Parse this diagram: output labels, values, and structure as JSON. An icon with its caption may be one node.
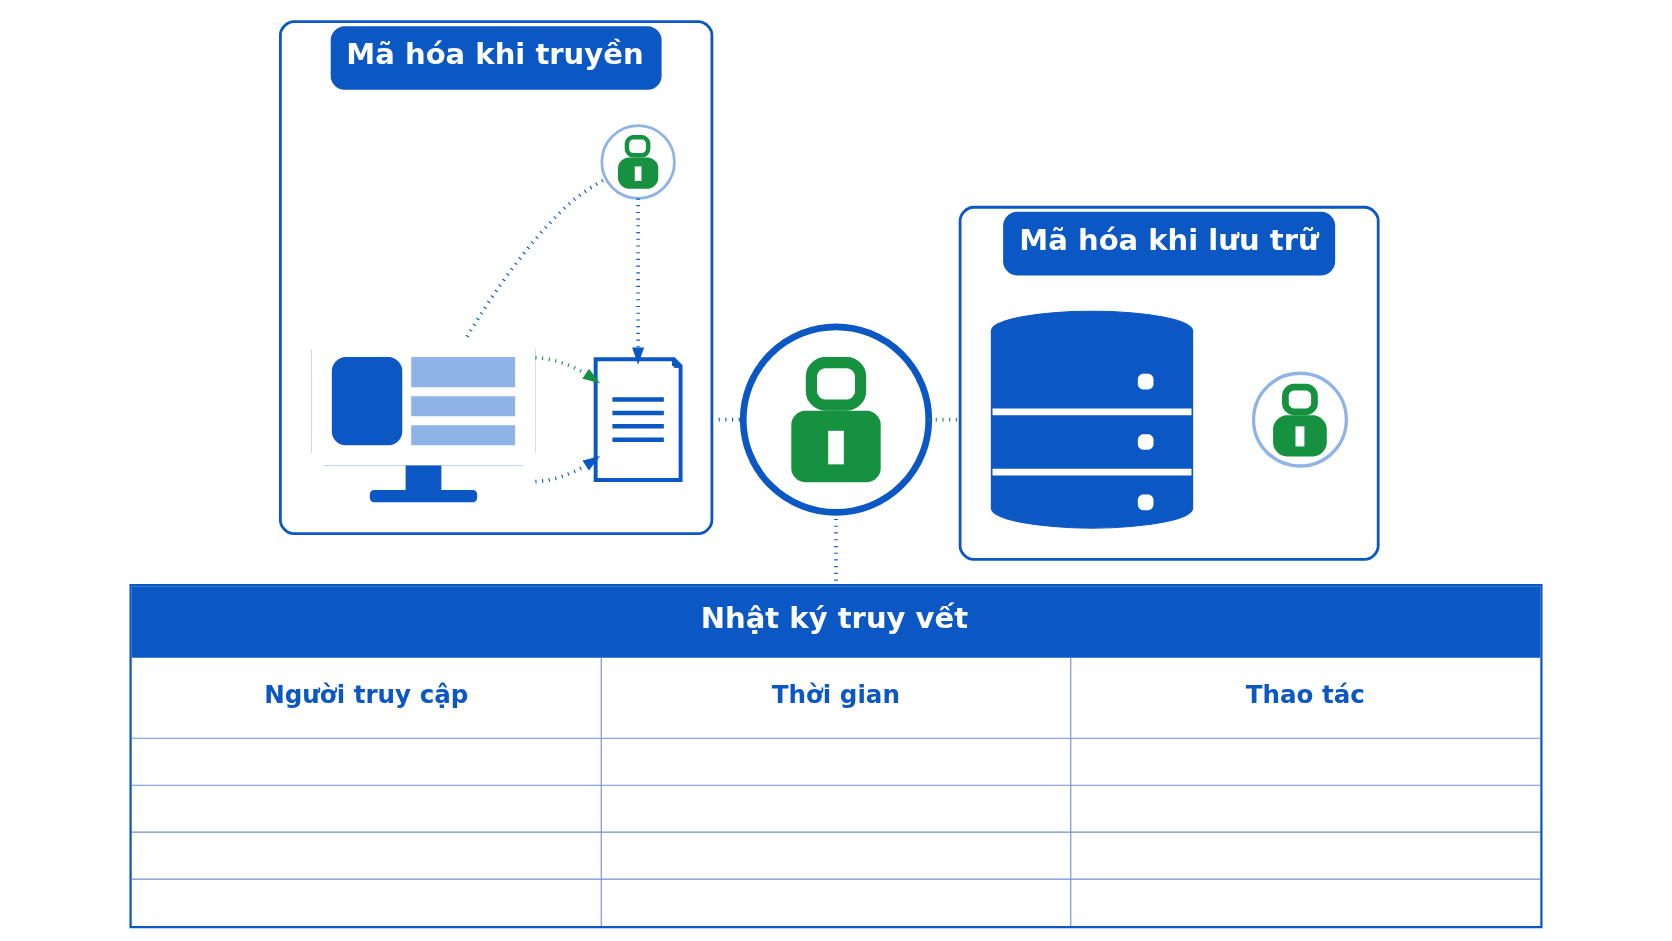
{
  "diagram": {
    "nodes": [
      {
        "text": [
          "Mã hóa khi truyền"
        ]
      },
      {
        "text": [],
        "shape": "monitor",
        "in": 0
      },
      {
        "text": [],
        "shape": "circle",
        "in": 0
      },
      {
        "text": [],
        "shape": "document",
        "in": 0
      },
      {
        "text": [],
        "shape": "circle"
      },
      {
        "text": [
          "Mã hóa khi lưu trữ"
        ]
      },
      {
        "text": [],
        "shape": "cylinder",
        "in": 5
      },
      {
        "text": [],
        "shape": "circle",
        "in": 5
      },
      {
        "text": [
          "Nhật ký truy vết",
          "Người truy cập",
          "Thời gian",
          "Thao tác"
        ]
      }
    ],
    "edges": [
      {
        "from": 1,
        "to": 3,
        "arrow": "to",
        "style": "dashed"
      },
      {
        "from": 1,
        "to": 2,
        "arrow": "none",
        "style": "dashed"
      },
      {
        "from": 2,
        "to": 3,
        "arrow": "to",
        "style": "dashed"
      },
      {
        "from": 1,
        "to": 3,
        "arrow": "to",
        "style": "dashed",
        "color": "#16913f"
      },
      {
        "from": 0,
        "to": 4,
        "arrow": "none",
        "style": "dashed"
      },
      {
        "from": 4,
        "to": 5,
        "arrow": "none",
        "style": "dashed",
        "color": "#16913f"
      },
      {
        "from": 4,
        "to": 8,
        "arrow": "none",
        "style": "dashed"
      }
    ]
  }
}
